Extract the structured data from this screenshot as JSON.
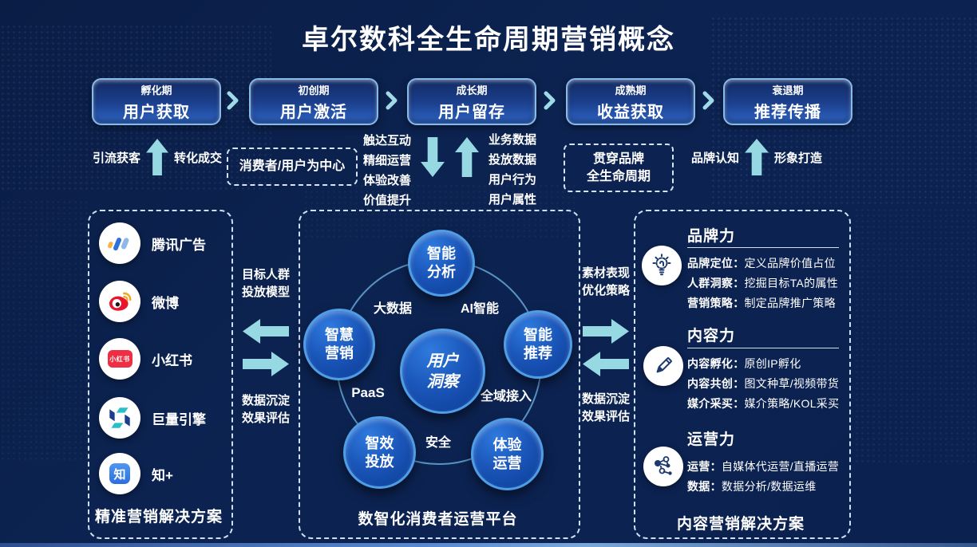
{
  "title": "卓尔数科全生命周期营销概念",
  "colors": {
    "background": "#0b2150",
    "stage_box_border": "#86b9ee",
    "stage_box_fill": "#2f66c9",
    "arrow_accent": "#97d9e2",
    "node_fill": "#1a55b8",
    "node_border": "#4e9de6",
    "weibo_red": "#e6162d",
    "weibo_orange": "#f5a623",
    "xiaohongshu_red": "#ee2f43",
    "zhihu_blue": "#2b6fe0",
    "ocean_engine_teal": "#29bfc9",
    "ocean_engine_navy": "#1d3e8f",
    "tencent_ads_yellow": "#f7b43c",
    "tencent_ads_blue": "#2e72d9"
  },
  "stages": [
    {
      "phase": "孵化期",
      "action": "用户获取"
    },
    {
      "phase": "初创期",
      "action": "用户激活"
    },
    {
      "phase": "成长期",
      "action": "用户留存"
    },
    {
      "phase": "成熟期",
      "action": "收益获取"
    },
    {
      "phase": "衰退期",
      "action": "推荐传播"
    }
  ],
  "flow": {
    "acquire_left": "引流获客",
    "acquire_right": "转化成交",
    "center_note": "消费者/用户为中心",
    "touch_list": [
      "触达互动",
      "精细运营",
      "体验改善",
      "价值提升"
    ],
    "data_list": [
      "业务数据",
      "投放数据",
      "用户行为",
      "用户属性"
    ],
    "brand_note_line1": "贯穿品牌",
    "brand_note_line2": "全生命周期",
    "spread_left": "品牌认知",
    "spread_right": "形象打造"
  },
  "left_panel": {
    "items": [
      {
        "label": "腾讯广告",
        "icon": "tencent-ads-logo"
      },
      {
        "label": "微博",
        "icon": "weibo-logo"
      },
      {
        "label": "小红书",
        "icon": "xiaohongshu-logo",
        "logo_text": "小红书"
      },
      {
        "label": "巨量引擎",
        "icon": "ocean-engine-logo"
      },
      {
        "label": "知+",
        "icon": "zhihu-plus-logo",
        "logo_text": "知"
      }
    ],
    "title": "精准营销解决方案"
  },
  "left_connector": {
    "top_line1": "目标人群",
    "top_line2": "投放模型",
    "bottom_line1": "数据沉淀",
    "bottom_line2": "效果评估"
  },
  "center_panel": {
    "nodes": {
      "analysis": {
        "l1": "智能",
        "l2": "分析"
      },
      "marketing": {
        "l1": "智慧",
        "l2": "营销"
      },
      "recommend": {
        "l1": "智能",
        "l2": "推荐"
      },
      "insight": {
        "l1": "用户",
        "l2": "洞察"
      },
      "delivery": {
        "l1": "智效",
        "l2": "投放"
      },
      "experience": {
        "l1": "体验",
        "l2": "运营"
      }
    },
    "ring_labels": {
      "big_data": "大数据",
      "ai": "AI智能",
      "paas": "PaaS",
      "omni": "全域接入",
      "security": "安全"
    },
    "title": "数智化消费者运营平台"
  },
  "right_connector": {
    "top_line1": "素材表现",
    "top_line2": "优化策略",
    "bottom_line1": "数据沉淀",
    "bottom_line2": "效果评估"
  },
  "right_panel": {
    "sections": [
      {
        "header": "品牌力",
        "icon": "lightbulb-icon",
        "rows": [
          {
            "label": "品牌定位：",
            "value": "定义品牌价值占位"
          },
          {
            "label": "人群洞察：",
            "value": "挖掘目标TA的属性"
          },
          {
            "label": "营销策略：",
            "value": "制定品牌推广策略"
          }
        ]
      },
      {
        "header": "内容力",
        "icon": "pencil-icon",
        "rows": [
          {
            "label": "内容孵化：",
            "value": "原创IP孵化"
          },
          {
            "label": "内容共创：",
            "value": "图文种草/视频带货"
          },
          {
            "label": "媒介采买：",
            "value": "媒介策略/KOL采买"
          }
        ]
      },
      {
        "header": "运营力",
        "icon": "network-icon",
        "rows": [
          {
            "label": "运营：",
            "value": "自媒体代运营/直播运营"
          },
          {
            "label": "数据：",
            "value": "数据分析/数据运维"
          }
        ]
      }
    ],
    "title": "内容营销解决方案"
  }
}
